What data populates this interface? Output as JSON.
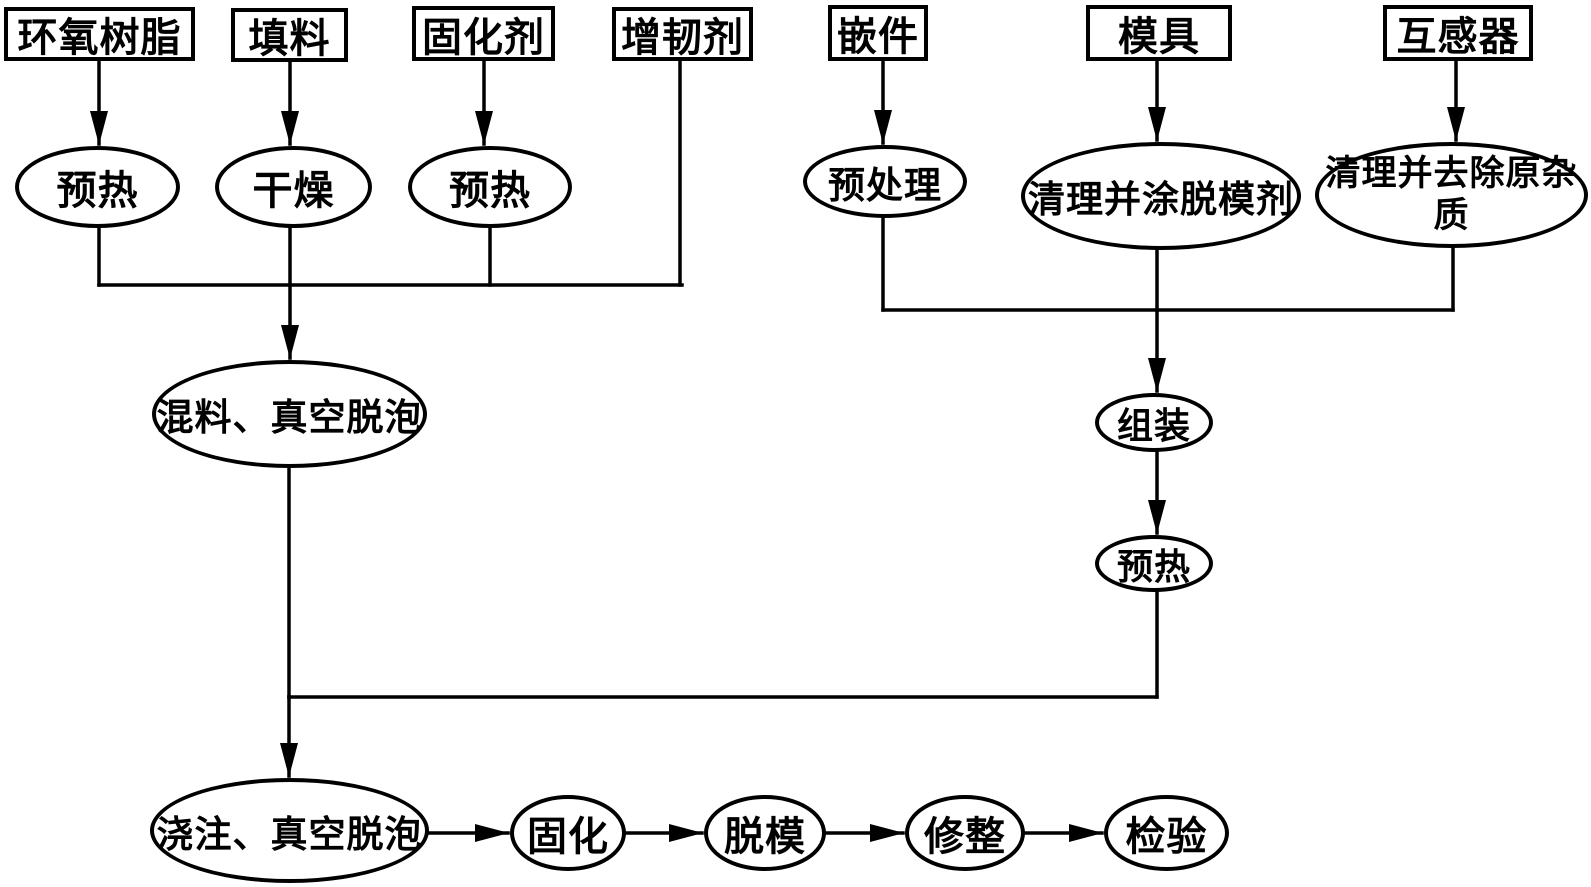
{
  "diagram": {
    "type": "flowchart",
    "description_colors": {
      "background": "#ffffff",
      "line": "#000000",
      "text": "#000000"
    },
    "sources": [
      {
        "id": "epoxy-resin",
        "label": "环氧树脂"
      },
      {
        "id": "filler",
        "label": "填料"
      },
      {
        "id": "curing-agent",
        "label": "固化剂"
      },
      {
        "id": "toughening-agent",
        "label": "增韧剂"
      },
      {
        "id": "insert",
        "label": "嵌件"
      },
      {
        "id": "mold",
        "label": "模具"
      },
      {
        "id": "instrument-transformer",
        "label": "互感器"
      }
    ],
    "processes": [
      {
        "id": "preheat-epoxy",
        "label": "预热"
      },
      {
        "id": "dry-filler",
        "label": "干燥"
      },
      {
        "id": "preheat-curing-agent",
        "label": "预热"
      },
      {
        "id": "pretreat-insert",
        "label": "预处理"
      },
      {
        "id": "clean-apply-release-agent",
        "label": "清理并涂脱模剂"
      },
      {
        "id": "clean-remove-impurities",
        "label": "清理并去除原杂\n质"
      },
      {
        "id": "mix-vacuum-degas",
        "label": "混料、真空脱泡"
      },
      {
        "id": "assemble",
        "label": "组装"
      },
      {
        "id": "preheat-mold-assembly",
        "label": "预热"
      },
      {
        "id": "pour-vacuum-degas",
        "label": "浇注、真空脱泡"
      },
      {
        "id": "cure",
        "label": "固化"
      },
      {
        "id": "demold",
        "label": "脱模"
      },
      {
        "id": "trim",
        "label": "修整"
      },
      {
        "id": "inspect",
        "label": "检验"
      }
    ]
  }
}
